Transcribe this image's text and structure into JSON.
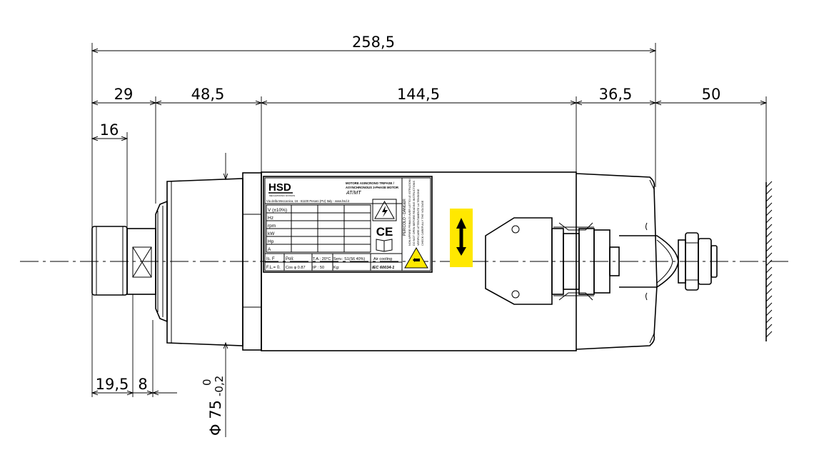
{
  "drawing": {
    "dimensions": {
      "overall": "258,5",
      "d29": "29",
      "d48": "48,5",
      "d144": "144,5",
      "d36": "36,5",
      "d50": "50",
      "d16": "16",
      "d19": "19,5",
      "d8": "8",
      "diameter": "Φ 75",
      "tol_upper": "0",
      "tol_lower": "-0,2"
    },
    "nameplate": {
      "brand": "HSD",
      "brand_sub": "MECHATRONIC DIVISION",
      "motor_it": "MOTORE ASINCRONO TRIFASE /",
      "motor_en": "ASYNCHRONOUS 3-PHASE MOTOR",
      "model": "AT/MT",
      "address": "Via della Meccanica, 16 - 61100 Pesaro (PU) Italy - www.hsd.it",
      "rows": [
        "V (±10%)",
        "Hz",
        "rpm",
        "kW",
        "Hp",
        "A"
      ],
      "is": "Is.   F",
      "poli": "Poli:",
      "ta": "T.A.: 20°C",
      "serv": "Serv.: S1(S6 40%)",
      "air": "Air cooling",
      "fl": "F.L.= 0.",
      "cos": "Cos φ 0.87",
      "ip": "IP : 50",
      "kg": "Kg:",
      "iec": "IEC 60034-1",
      "warn1": "PERICOLO  -  DANGER",
      "warn2": "NON APRIRE PRIMA DI AVER LETTO LE ISTRUZIONI",
      "warn3": "DO NOT OPEN BEFORE READING INSTRUCTIONS",
      "warn4": "VERIFICARE ATTENTAMENTE LA TENSIONE",
      "warn5": "CHECK CAREFULLY THE VOLTAGE",
      "ce": "CE"
    }
  }
}
